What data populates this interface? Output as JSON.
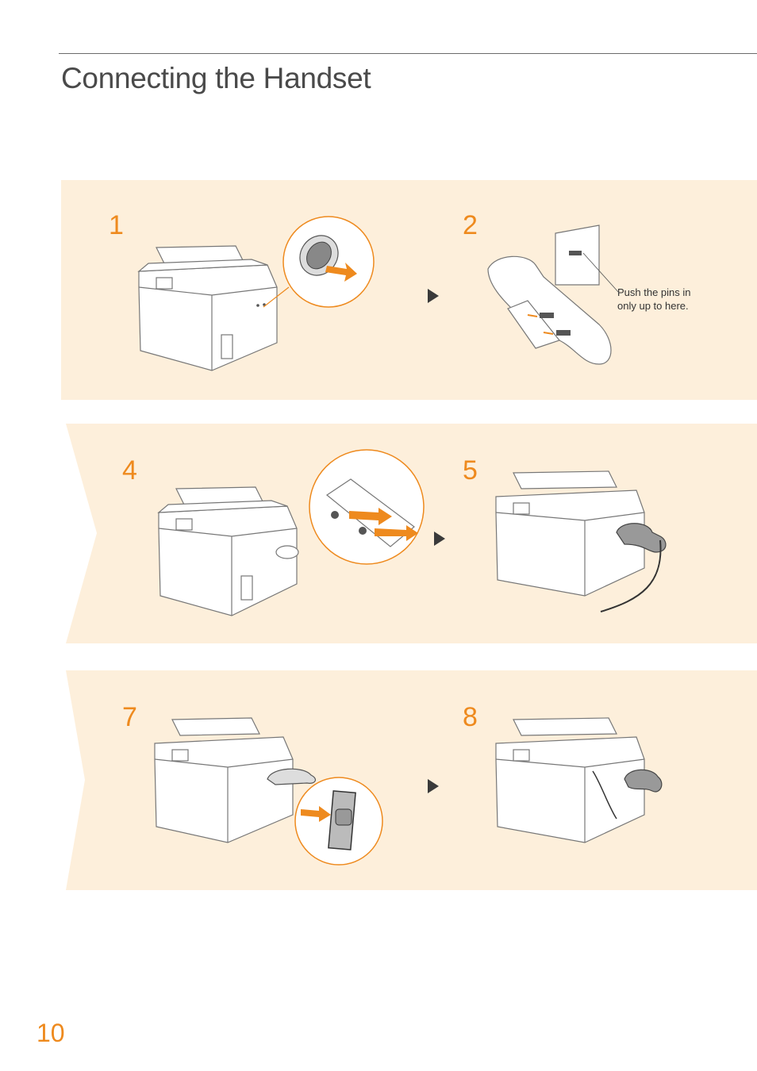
{
  "page": {
    "title": "Connecting the Handset",
    "page_number": "10"
  },
  "colors": {
    "accent": "#ee8a1e",
    "panel_bg": "#fdefdb",
    "chevron_bg": "#ffffff"
  },
  "panels": [
    {
      "steps": [
        {
          "number": "1"
        },
        {
          "number": "2",
          "callout": "Push the pins in only up to here."
        }
      ]
    },
    {
      "steps": [
        {
          "number": "4"
        },
        {
          "number": "5"
        }
      ]
    },
    {
      "steps": [
        {
          "number": "7"
        },
        {
          "number": "8"
        }
      ]
    }
  ],
  "icons": [
    "next-step-arrow-icon",
    "orange-direction-arrow-icon"
  ]
}
